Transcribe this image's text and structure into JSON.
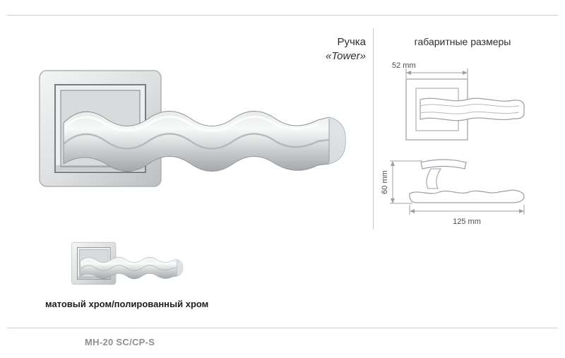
{
  "header": {
    "product_type": "Ручка",
    "product_name": "«Tower»"
  },
  "dimensions_panel": {
    "title": "габаритные размеры",
    "front_view": {
      "width_label": "52 mm"
    },
    "side_view": {
      "height_label": "60 mm",
      "length_label": "125 mm"
    }
  },
  "product": {
    "finish": "матовый хром/полированный хром",
    "code": "MH-20 SC/CP-S"
  },
  "icons": {
    "main_render": "door-handle-render",
    "small_render": "door-handle-thumbnail",
    "front_drawing": "front-view-dimension-drawing",
    "side_drawing": "side-view-dimension-drawing"
  },
  "colors": {
    "divider": "#cdced0",
    "drawing_line": "#9aa0a6",
    "text": "#2d2d2d",
    "code_text": "#8c8f92",
    "chrome_light": "#f2f3f4",
    "chrome_dark": "#a7abae"
  }
}
